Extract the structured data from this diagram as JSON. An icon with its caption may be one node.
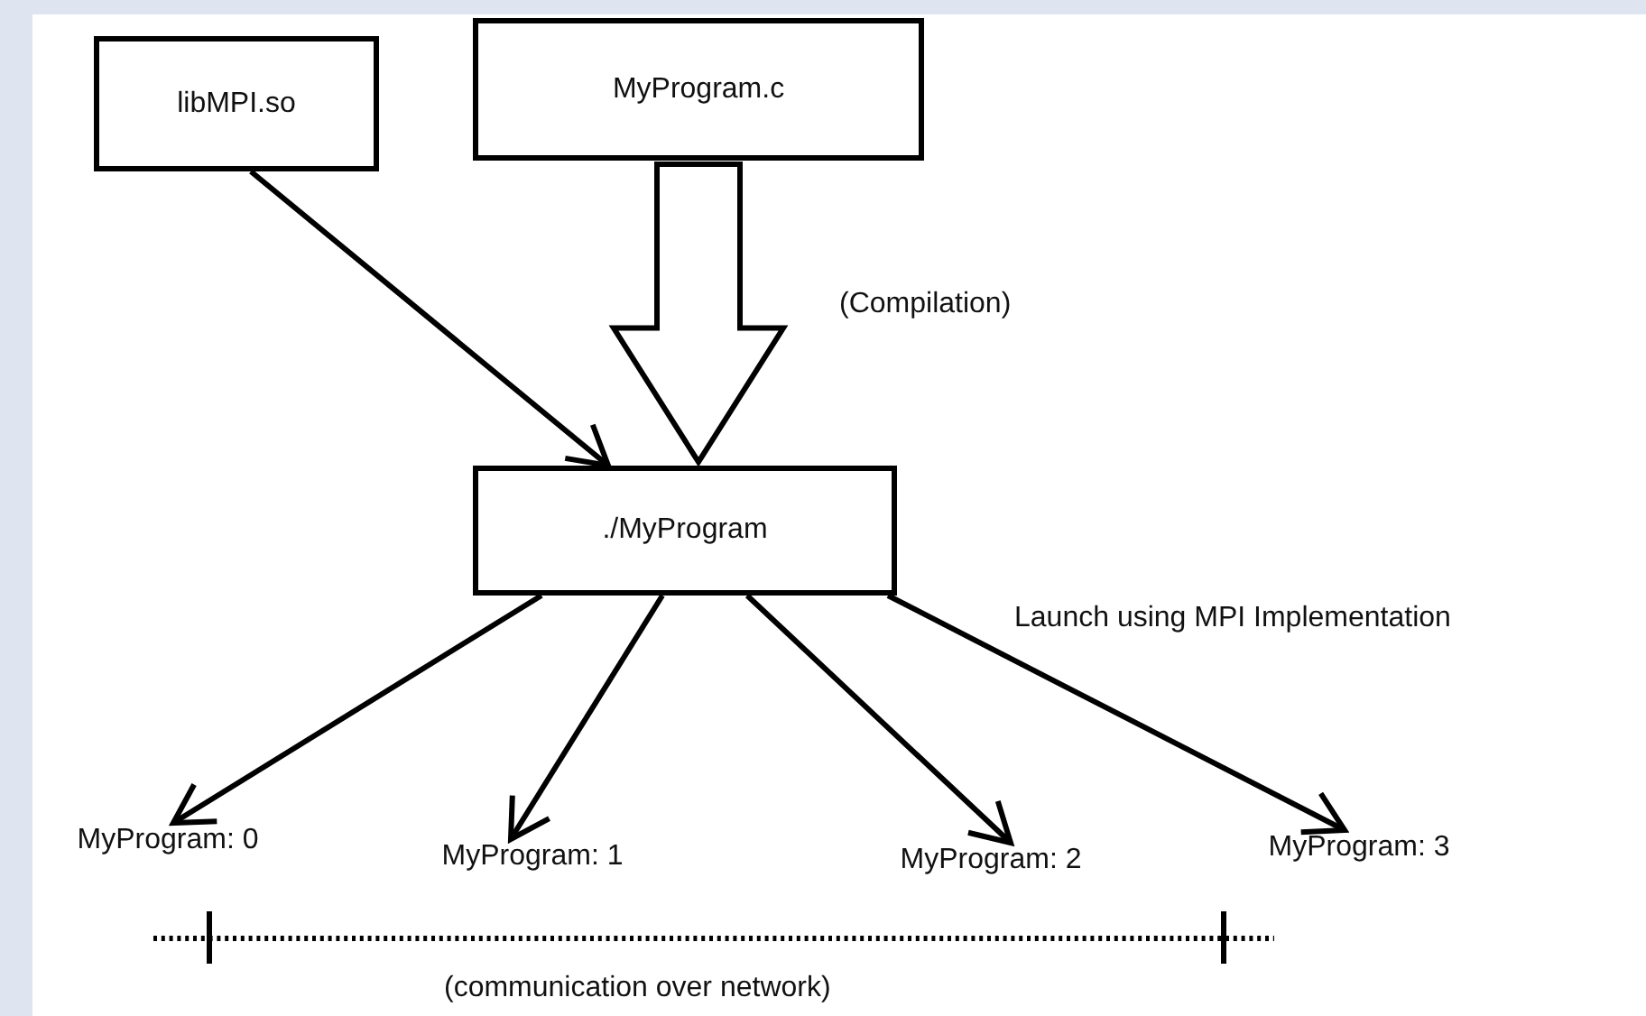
{
  "diagram": {
    "nodes": [
      {
        "text": [
          "libMPI.so"
        ]
      },
      {
        "text": [
          "MyProgram.c"
        ]
      },
      {
        "text": [
          "./MyProgram"
        ]
      },
      {
        "text": [
          "MyProgram: 0"
        ]
      },
      {
        "text": [
          "MyProgram: 1"
        ]
      },
      {
        "text": [
          "MyProgram: 2"
        ]
      },
      {
        "text": [
          "MyProgram: 3"
        ]
      }
    ],
    "edges": [
      {
        "from": 0,
        "to": 2,
        "arrow": "to"
      },
      {
        "from": 1,
        "to": 2,
        "arrow": "to",
        "label": "(Compilation)",
        "style": "thick"
      },
      {
        "from": 2,
        "to": 3,
        "arrow": "to"
      },
      {
        "from": 2,
        "to": 4,
        "arrow": "to"
      },
      {
        "from": 2,
        "to": 5,
        "arrow": "to"
      },
      {
        "from": 2,
        "to": 6,
        "arrow": "to"
      }
    ],
    "labels": [
      "Launch using MPI Implementation",
      "(communication over network)"
    ]
  }
}
